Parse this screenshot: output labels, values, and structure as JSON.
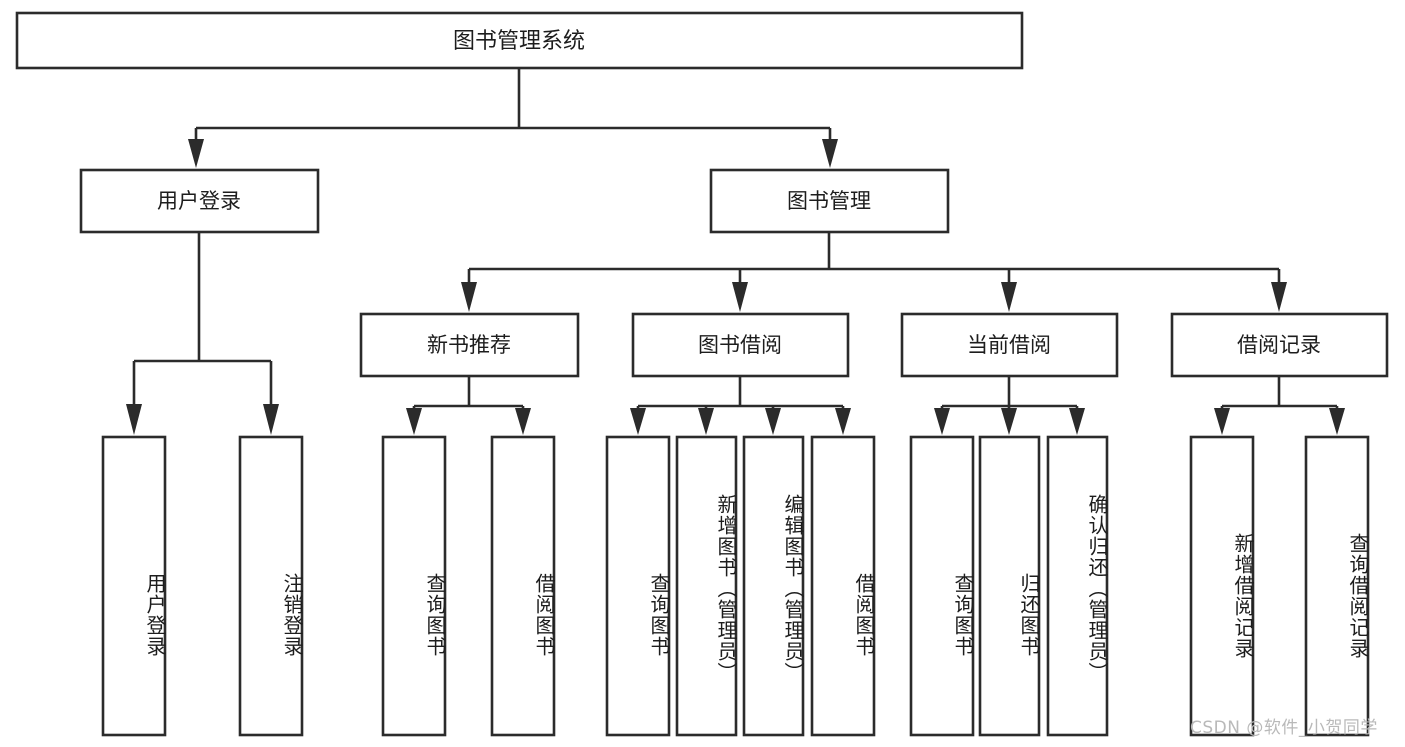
{
  "diagram": {
    "title": "图书管理系统",
    "watermark": "CSDN @软件_小贺同学",
    "colors": {
      "stroke": "#2b2b2b",
      "fill": "#ffffff",
      "text": "#1d1d1d",
      "watermark": "#b9b9b9"
    },
    "root": {
      "label": "图书管理系统"
    },
    "level2": [
      {
        "label": "用户登录"
      },
      {
        "label": "图书管理"
      }
    ],
    "level3": [
      {
        "label": "新书推荐"
      },
      {
        "label": "图书借阅"
      },
      {
        "label": "当前借阅"
      },
      {
        "label": "借阅记录"
      }
    ],
    "leaves": {
      "user_login": [
        {
          "label": "用户登录"
        },
        {
          "label": "注销登录"
        }
      ],
      "new_book_recommend": [
        {
          "label": "查询图书"
        },
        {
          "label": "借阅图书"
        }
      ],
      "book_borrow": [
        {
          "label": "查询图书"
        },
        {
          "label": "新增图书（管理员）"
        },
        {
          "label": "编辑图书（管理员）"
        },
        {
          "label": "借阅图书"
        }
      ],
      "current_borrow": [
        {
          "label": "查询图书"
        },
        {
          "label": "归还图书"
        },
        {
          "label": "确认归还（管理员）"
        }
      ],
      "borrow_record": [
        {
          "label": "新增借阅记录"
        },
        {
          "label": "查询借阅记录"
        }
      ]
    }
  }
}
